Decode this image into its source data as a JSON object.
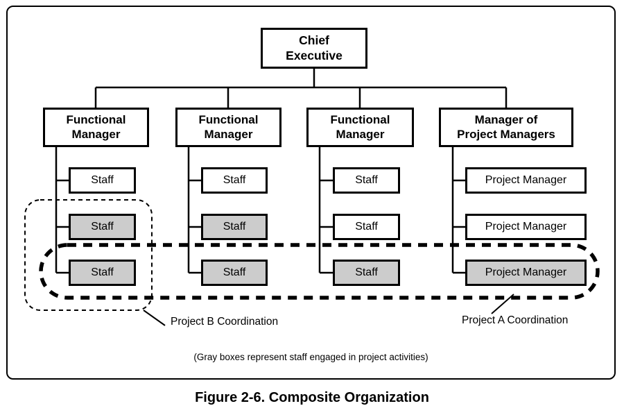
{
  "figure": {
    "caption": "Figure 2-6. Composite Organization",
    "note": "(Gray boxes represent staff engaged in project activities)"
  },
  "colors": {
    "line": "#000000",
    "gray_box_fill": "#cccccc",
    "white_box_fill": "#ffffff"
  },
  "chief_executive": {
    "lines": [
      "Chief",
      "Executive"
    ]
  },
  "columns": [
    {
      "manager_lines": [
        "Functional",
        "Manager"
      ],
      "staff": [
        {
          "label": "Staff",
          "gray": false
        },
        {
          "label": "Staff",
          "gray": true
        },
        {
          "label": "Staff",
          "gray": true
        }
      ]
    },
    {
      "manager_lines": [
        "Functional",
        "Manager"
      ],
      "staff": [
        {
          "label": "Staff",
          "gray": false
        },
        {
          "label": "Staff",
          "gray": true
        },
        {
          "label": "Staff",
          "gray": true
        }
      ]
    },
    {
      "manager_lines": [
        "Functional",
        "Manager"
      ],
      "staff": [
        {
          "label": "Staff",
          "gray": false
        },
        {
          "label": "Staff",
          "gray": false
        },
        {
          "label": "Staff",
          "gray": true
        }
      ]
    },
    {
      "manager_lines": [
        "Manager of",
        "Project Managers"
      ],
      "staff": [
        {
          "label": "Project Manager",
          "gray": false
        },
        {
          "label": "Project Manager",
          "gray": false
        },
        {
          "label": "Project Manager",
          "gray": true
        }
      ]
    }
  ],
  "annotations": {
    "project_b": "Project B Coordination",
    "project_a": "Project A Coordination"
  }
}
